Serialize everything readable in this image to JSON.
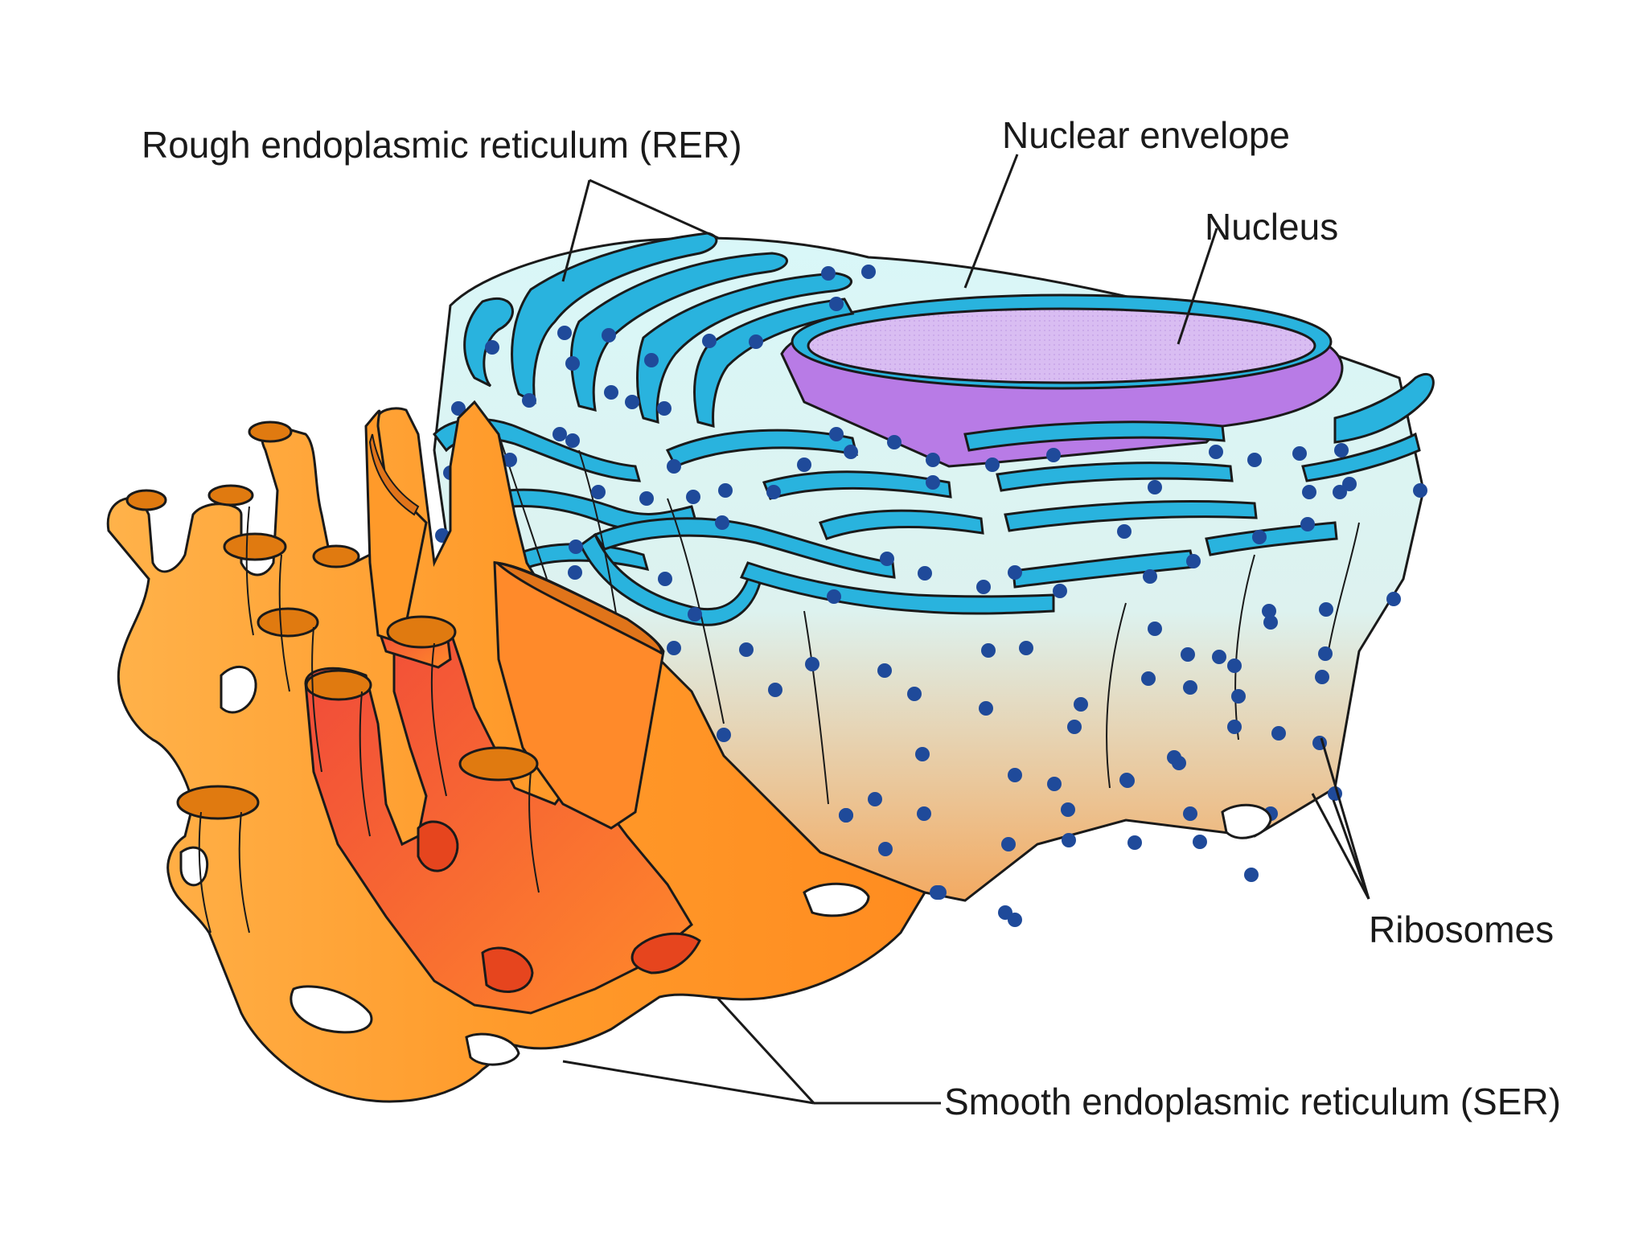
{
  "labels": {
    "rer": "Rough endoplasmic reticulum (RER)",
    "nuclear_envelope": "Nuclear envelope",
    "nucleus": "Nucleus",
    "ribosomes": "Ribosomes",
    "ser": "Smooth endoplasmic reticulum (SER)"
  },
  "colors": {
    "rer_membrane": "#29b3de",
    "rer_lumen": "#d9f7f8",
    "ribosome": "#1f4a9a",
    "nucleus": "#d6b4f0",
    "nucleus_rim": "#b87be6",
    "ser_light": "#ffb347",
    "ser_mid": "#ff9a2a",
    "ser_red": "#f2553a",
    "tube_opening": "#e07a10"
  }
}
